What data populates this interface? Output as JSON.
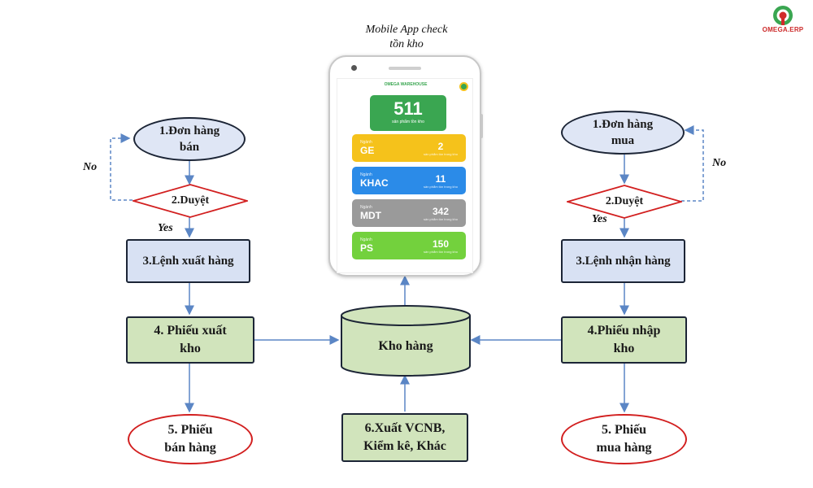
{
  "logo": {
    "name": "OMEGA.ERP",
    "color": "#d12a2a"
  },
  "phone_caption": "Mobile App check\ntồn kho",
  "phone": {
    "header": "OMEGA WAREHOUSE",
    "total": {
      "value": "511",
      "sub": "sản phẩm tồn kho",
      "color": "#3aa651"
    },
    "cards": [
      {
        "category": "GE",
        "prefix": "Ngành",
        "value": "2",
        "sub": "sản phẩm tồn trong kho",
        "color": "#f5c21b"
      },
      {
        "category": "KHAC",
        "prefix": "Ngành",
        "value": "11",
        "sub": "sản phẩm tồn trong kho",
        "color": "#2b8be8"
      },
      {
        "category": "MDT",
        "prefix": "Ngành",
        "value": "342",
        "sub": "sản phẩm tồn trong kho",
        "color": "#9a9a9a"
      },
      {
        "category": "PS",
        "prefix": "Ngành",
        "value": "150",
        "sub": "sản phẩm tồn trong kho",
        "color": "#73d13d"
      }
    ]
  },
  "left": {
    "order": "1.Đơn hàng\nbán",
    "approve": "2.Duyệt",
    "command": "3.Lệnh xuất hàng",
    "slip": "4. Phiếu xuất\nkho",
    "result": "5. Phiếu\nbán hàng",
    "no_label": "No",
    "yes_label": "Yes"
  },
  "right": {
    "order": "1.Đơn hàng\nmua",
    "approve": "2.Duyệt",
    "command": "3.Lệnh nhận hàng",
    "slip": "4.Phiếu nhập\nkho",
    "result": "5. Phiếu\nmua hàng",
    "no_label": "No",
    "yes_label": "Yes"
  },
  "center": {
    "warehouse": "Kho hàng",
    "other": "6.Xuất VCNB,\nKiểm kê, Khác"
  },
  "colors": {
    "arrow": "#5b86c5",
    "red_border": "#d21f1f"
  }
}
